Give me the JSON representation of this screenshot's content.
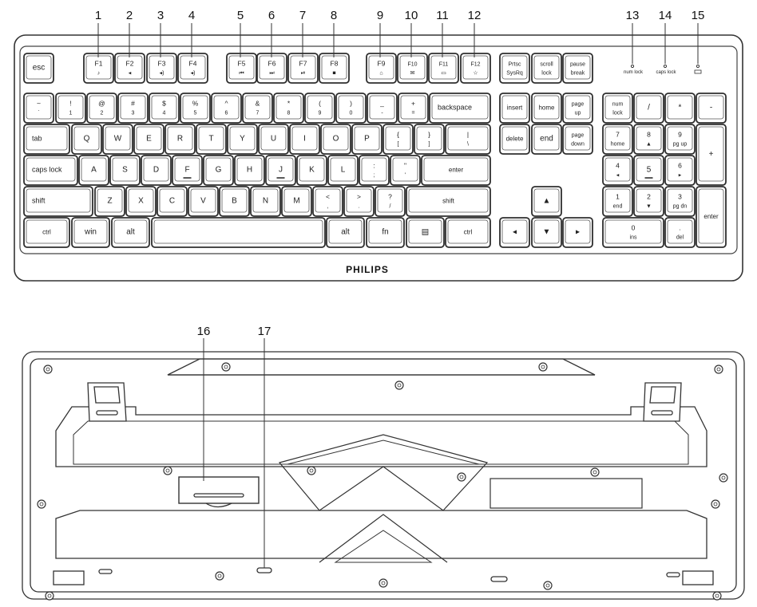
{
  "brand": "PHILIPS",
  "colors": {
    "line": "#333333",
    "key_fill": "#ffffff",
    "key_edge": "#3a3a3a",
    "frame_fill": "#ffffff"
  },
  "callouts": [
    {
      "id": "1",
      "label": "1"
    },
    {
      "id": "2",
      "label": "2"
    },
    {
      "id": "3",
      "label": "3"
    },
    {
      "id": "4",
      "label": "4"
    },
    {
      "id": "5",
      "label": "5"
    },
    {
      "id": "6",
      "label": "6"
    },
    {
      "id": "7",
      "label": "7"
    },
    {
      "id": "8",
      "label": "8"
    },
    {
      "id": "9",
      "label": "9"
    },
    {
      "id": "10",
      "label": "10"
    },
    {
      "id": "11",
      "label": "11"
    },
    {
      "id": "12",
      "label": "12"
    },
    {
      "id": "13",
      "label": "13"
    },
    {
      "id": "14",
      "label": "14"
    },
    {
      "id": "15",
      "label": "15"
    },
    {
      "id": "16",
      "label": "16"
    },
    {
      "id": "17",
      "label": "17"
    }
  ],
  "indicators": {
    "num_lock": "num lock",
    "caps_lock": "caps lock"
  },
  "keys": {
    "esc": "esc",
    "f1": "F1",
    "f1_icon": "♪",
    "f2": "F2",
    "f2_icon": "◂",
    "f3": "F3",
    "f3_icon": "◂)",
    "f4": "F4",
    "f4_icon": "◂)",
    "f5": "F5",
    "f5_icon": "⏮",
    "f6": "F6",
    "f6_icon": "⏭",
    "f7": "F7",
    "f7_icon": "⏯",
    "f8": "F8",
    "f8_icon": "■",
    "f9": "F9",
    "f9_icon": "⌂",
    "f10": "F10",
    "f10_icon": "✉",
    "f11": "F11",
    "f11_icon": "▭",
    "f12": "F12",
    "f12_icon": "☆",
    "prtsc": "Prtsc",
    "sysrq": "SysRq",
    "scroll": "scroll",
    "scroll2": "lock",
    "pause": "pause",
    "pause2": "break",
    "tilde_top": "~",
    "tilde_bot": "`",
    "n1_top": "!",
    "n1": "1",
    "n2_top": "@",
    "n2": "2",
    "n3_top": "#",
    "n3": "3",
    "n4_top": "$",
    "n4": "4",
    "n5_top": "%",
    "n5": "5",
    "n6_top": "^",
    "n6": "6",
    "n7_top": "&",
    "n7": "7",
    "n8_top": "*",
    "n8": "8",
    "n9_top": "(",
    "n9": "9",
    "n0_top": ")",
    "n0": "0",
    "minus_top": "_",
    "minus": "-",
    "eq_top": "+",
    "eq": "=",
    "backspace": "backspace",
    "tab": "tab",
    "q": "Q",
    "w": "W",
    "e": "E",
    "r": "R",
    "t": "T",
    "y": "Y",
    "u": "U",
    "i": "I",
    "o": "O",
    "p": "P",
    "lbr_top": "{",
    "lbr": "[",
    "rbr_top": "}",
    "rbr": "]",
    "bs_top": "|",
    "bs": "\\",
    "capslock": "caps lock",
    "a": "A",
    "s": "S",
    "d": "D",
    "f": "F",
    "g": "G",
    "h": "H",
    "j": "J",
    "k": "K",
    "l": "L",
    "semi_top": ":",
    "semi": ";",
    "quote_top": "\"",
    "quote": "'",
    "enter": "enter",
    "shift": "shift",
    "z": "Z",
    "x": "X",
    "c": "C",
    "v": "V",
    "b": "B",
    "n": "N",
    "m": "M",
    "comma_top": "<",
    "comma": ",",
    "period_top": ">",
    "period": ".",
    "slash_top": "?",
    "slash": "/",
    "rshift": "shift",
    "ctrl": "ctrl",
    "win": "win",
    "alt": "alt",
    "ralt": "alt",
    "fn": "fn",
    "menu_icon": "▤",
    "rctrl": "ctrl",
    "insert": "insert",
    "home": "home",
    "pgup": "page",
    "pgup2": "up",
    "delete": "delete",
    "end": "end",
    "pgdn": "page",
    "pgdn2": "down",
    "up": "▲",
    "left": "◂",
    "down": "▼",
    "right": "▸",
    "numlock": "num",
    "numlock2": "lock",
    "np_div": "/",
    "np_mul": "*",
    "np_minus": "-",
    "np_plus": "+",
    "np_enter": "enter",
    "np7": "7",
    "np7b": "home",
    "np8": "8",
    "np8b": "▲",
    "np9": "9",
    "np9b": "pg up",
    "np4": "4",
    "np4b": "◂",
    "np5": "5",
    "np6": "6",
    "np6b": "▸",
    "np1": "1",
    "np1b": "end",
    "np2": "2",
    "np2b": "▼",
    "np3": "3",
    "np3b": "pg dn",
    "np0": "0",
    "np0b": "ins",
    "npdot": ".",
    "npdotb": "del"
  }
}
